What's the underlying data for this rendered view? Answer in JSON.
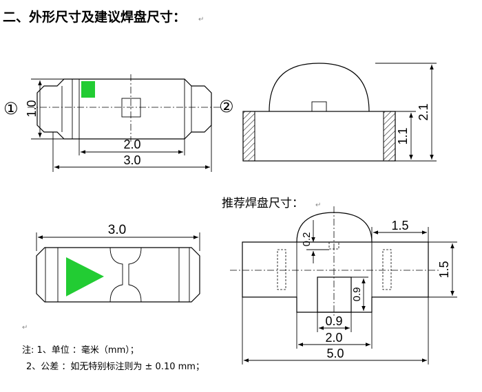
{
  "section_title": "二、外形尺寸及建议焊盘尺寸：",
  "view_markers": {
    "front": "①",
    "side": "②"
  },
  "top_view": {
    "height": "1.0",
    "inner_length": "2.0",
    "total_length": "3.0"
  },
  "side_view": {
    "total_height": "2.1",
    "body_height": "1.1"
  },
  "bottom_view": {
    "length": "3.0"
  },
  "pad_title": "推荐焊盘尺寸：",
  "pad_layout": {
    "pad_width": "1.5",
    "pad_height": "1.5",
    "gap": "0.2",
    "center_pad_h": "0.9",
    "center_pad_w": "0.9",
    "inner_span": "2.0",
    "total_span": "5.0"
  },
  "notes": [
    "注:  1、单位 ：毫米（mm）；",
    "2、公差 ：如无特别标注则为 ±  0.10 mm；"
  ],
  "colors": {
    "marker_green": "#22cc33"
  }
}
